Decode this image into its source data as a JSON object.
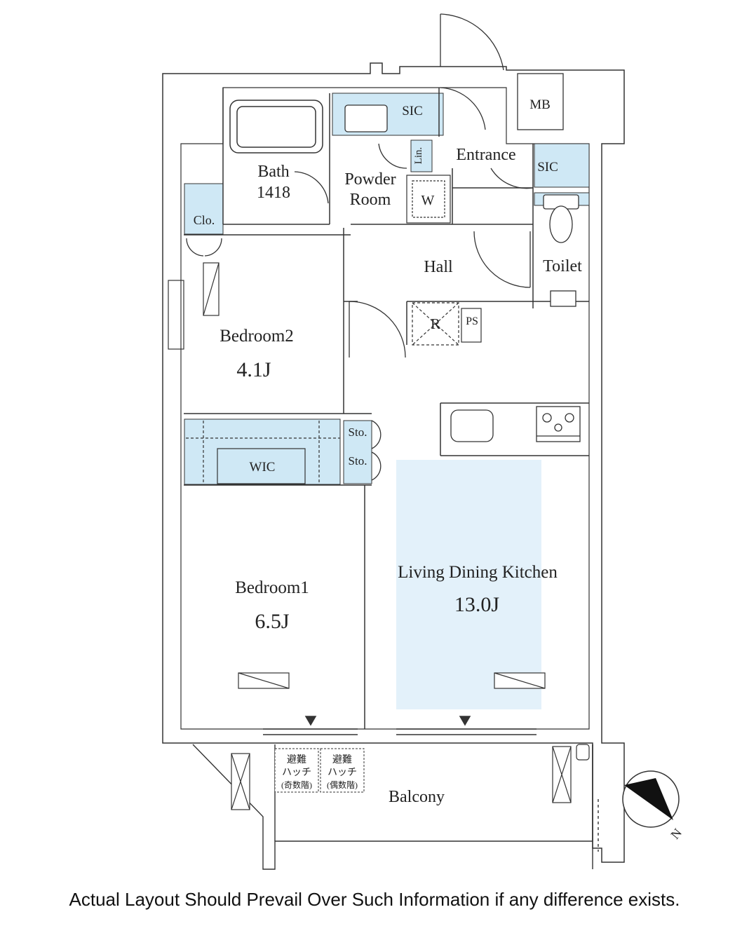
{
  "rooms": {
    "bath": {
      "name": "Bath",
      "size": "1418"
    },
    "powder": {
      "line1": "Powder",
      "line2": "Room"
    },
    "entrance": "Entrance",
    "hall": "Hall",
    "toilet": "Toilet",
    "bedroom2": {
      "name": "Bedroom2",
      "size": "4.1J"
    },
    "bedroom1": {
      "name": "Bedroom1",
      "size": "6.5J"
    },
    "ldk": {
      "name": "Living Dining Kitchen",
      "size": "13.0J"
    },
    "balcony": "Balcony"
  },
  "storage": {
    "sic_top": "SIC",
    "sic_entrance": "SIC",
    "mb": "MB",
    "lin": "Lin.",
    "w": "W",
    "clo": "Clo.",
    "wic": "WIC",
    "sto1": "Sto.",
    "sto2": "Sto.",
    "r": "R",
    "ps": "PS"
  },
  "hatch": {
    "odd": {
      "l1": "避難",
      "l2": "ハッチ",
      "l3": "(奇数階)"
    },
    "even": {
      "l1": "避難",
      "l2": "ハッチ",
      "l3": "(偶数階)"
    }
  },
  "compass": {
    "north": "N"
  },
  "disclaimer": "Actual Layout Should Prevail Over Such Information if any difference exists.",
  "colors": {
    "storage": "#cfe8f5",
    "ldk_highlight": "#e3f1fa",
    "wall": "#ffffff",
    "line": "#333333"
  }
}
